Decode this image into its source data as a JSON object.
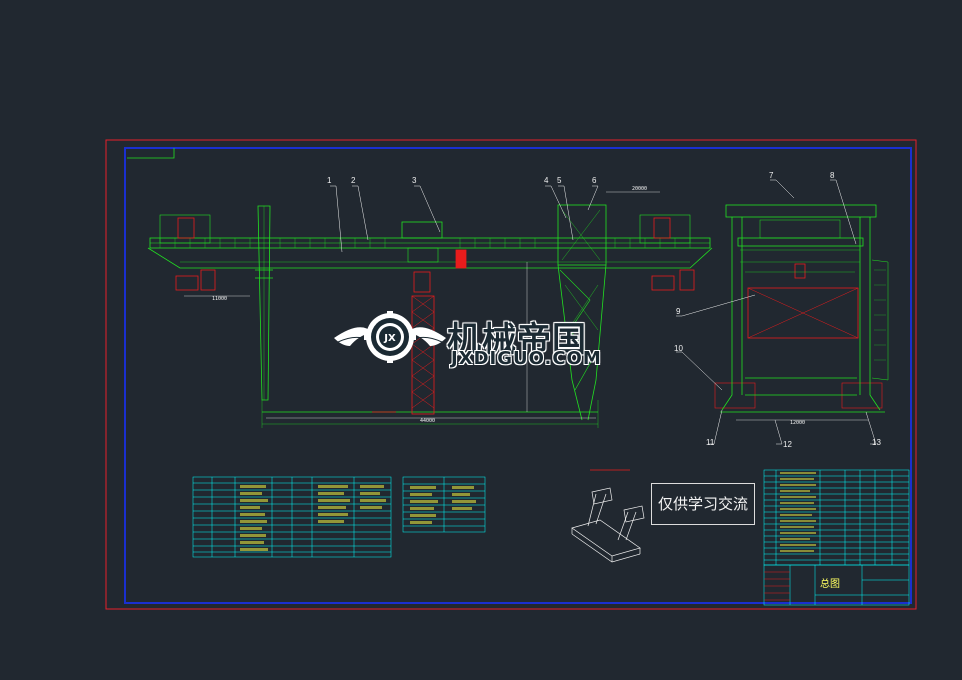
{
  "drawing": {
    "callouts": [
      "1",
      "2",
      "3",
      "4",
      "5",
      "6",
      "7",
      "8",
      "9",
      "10",
      "11",
      "12",
      "13"
    ],
    "dimensions": [
      "44000",
      "11000",
      "12000",
      "20000"
    ],
    "watermark_cn": "机械帝国",
    "watermark_en": "JXDIGUO.COM",
    "watermark_logo": "JX",
    "note": "仅供学习交流",
    "title_block_name": "总图",
    "colors": {
      "background": "#212830",
      "outer_frame": "#e8202a",
      "inner_frame": "#1a2fd0",
      "structure": "#22e022",
      "parts": "#e81c1c",
      "text": "#f4f4f4",
      "table_line": "#00ffff"
    }
  }
}
